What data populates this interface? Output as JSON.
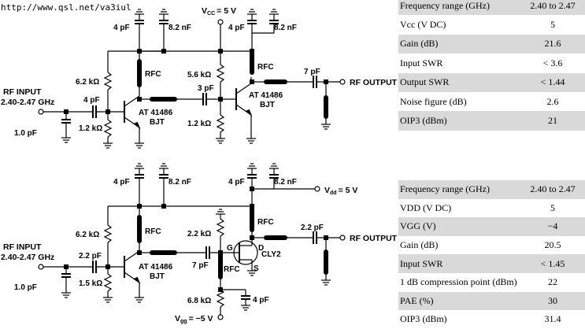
{
  "source_url": "http://www.qsl.net/va3iul",
  "top_circuit": {
    "rf_input": "RF INPUT",
    "freq_band": "2.40-2.47 GHz",
    "rf_output": "RF OUTPUT",
    "vcc": "V",
    "vcc_sub": "CC",
    "vcc_val": "= 5 V",
    "components": {
      "c_in_shunt": "1.0 pF",
      "c_in_series": "4 pF",
      "r_bias1": "6.2 kΩ",
      "r_bias2": "1.2 kΩ",
      "bypass1a": "4 pF",
      "bypass1b": "8.2 nF",
      "rfc1": "RFC",
      "q1": "AT 41486",
      "q1_type": "BJT",
      "c_coupling": "3 pF",
      "r_bias3": "5.6 kΩ",
      "r_bias4": "1.2 kΩ",
      "bypass2a": "4 pF",
      "bypass2b": "8.2 nF",
      "rfc2": "RFC",
      "q2": "AT 41486",
      "q2_type": "BJT",
      "c_out": "7 pF"
    }
  },
  "bottom_circuit": {
    "rf_input": "RF INPUT",
    "freq_band": "2.40-2.47 GHz",
    "rf_output": "RF OUTPUT",
    "vdd": "V",
    "vdd_sub": "dd",
    "vdd_val": "= 5 V",
    "vgg": "V",
    "vgg_sub": "gg",
    "vgg_val": "= −5 V",
    "components": {
      "c_in_shunt": "1.0 pF",
      "c_in_series": "2.2 pF",
      "r_bias1": "6.2 kΩ",
      "r_bias2": "1.5 kΩ",
      "bypass1a": "4 pF",
      "bypass1b": "8.2 nF",
      "rfc1": "RFC",
      "q1": "AT 41486",
      "q1_type": "BJT",
      "c_coupling": "7 pF",
      "r_gate1": "2.2 kΩ",
      "r_gate2": "6.8 kΩ",
      "rfc_gate": "RFC",
      "c_gate": "4 pF",
      "fet": "CLY2",
      "g": "G",
      "d": "D",
      "s": "S",
      "bypass2a": "4 pF",
      "bypass2b": "8.2 nF",
      "rfc2": "RFC",
      "c_out": "2.2 pF"
    }
  },
  "table_top": [
    {
      "param": "Frequency range (GHz)",
      "value": "2.40 to 2.47"
    },
    {
      "param": "Vcc (V DC)",
      "value": "5"
    },
    {
      "param": "Gain (dB)",
      "value": "21.6"
    },
    {
      "param": "Input SWR",
      "value": "< 3.6"
    },
    {
      "param": "Output SWR",
      "value": "< 1.44"
    },
    {
      "param": "Noise figure (dB)",
      "value": "2.6"
    },
    {
      "param": "OIP3 (dBm)",
      "value": "21"
    }
  ],
  "table_bottom": [
    {
      "param": "Frequency range (GHz)",
      "value": "2.40 to 2.47"
    },
    {
      "param": "VDD (V DC)",
      "value": "5"
    },
    {
      "param": "VGG (V)",
      "value": "−4"
    },
    {
      "param": "Gain (dB)",
      "value": "20.5"
    },
    {
      "param": "Input SWR",
      "value": "< 1.45"
    },
    {
      "param": "1 dB compression point (dBm)",
      "value": "22"
    },
    {
      "param": "PAE (%)",
      "value": "30"
    },
    {
      "param": "OIP3 (dBm)",
      "value": "31.4"
    }
  ]
}
